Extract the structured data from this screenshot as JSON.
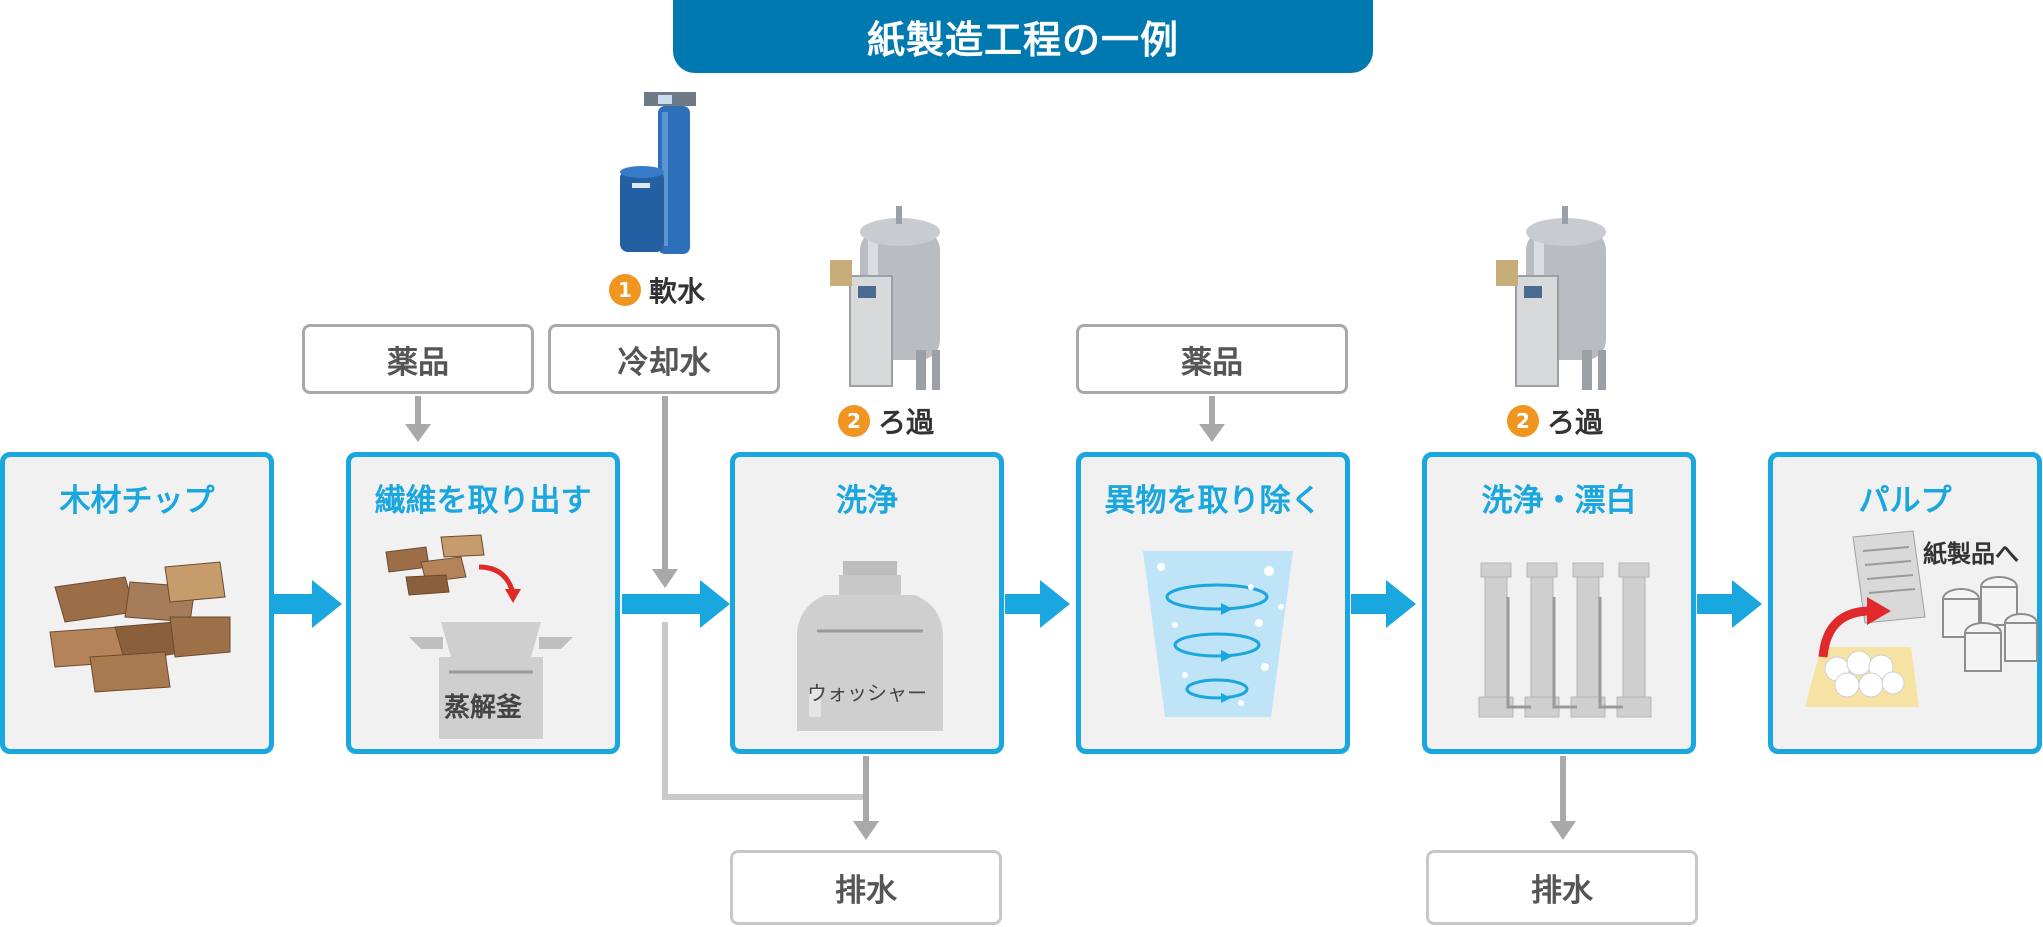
{
  "title": "紙製造工程の一例",
  "inputs": {
    "chemical_1": "薬品",
    "cooling_water": "冷却水",
    "chemical_2": "薬品"
  },
  "equipment": {
    "softener": {
      "number": "1",
      "label": "軟水"
    },
    "filter_1": {
      "number": "2",
      "label": "ろ過"
    },
    "filter_2": {
      "number": "2",
      "label": "ろ過"
    }
  },
  "stages": [
    {
      "label": "木材チップ"
    },
    {
      "label": "繊維を取り出す",
      "sublabel": "蒸解釜"
    },
    {
      "label": "洗浄",
      "sublabel": "ウォッシャー"
    },
    {
      "label": "異物を取り除く"
    },
    {
      "label": "洗浄・漂白"
    },
    {
      "label": "パルプ",
      "sublabel": "紙製品へ"
    }
  ],
  "outputs": {
    "drain_1": "排水",
    "drain_2": "排水"
  },
  "colors": {
    "primary": "#1aa6de",
    "title_bg": "#0079b0",
    "badge": "#f0951f",
    "connector": "#a9a9a9",
    "stage_bg": "#f1f1f1"
  }
}
